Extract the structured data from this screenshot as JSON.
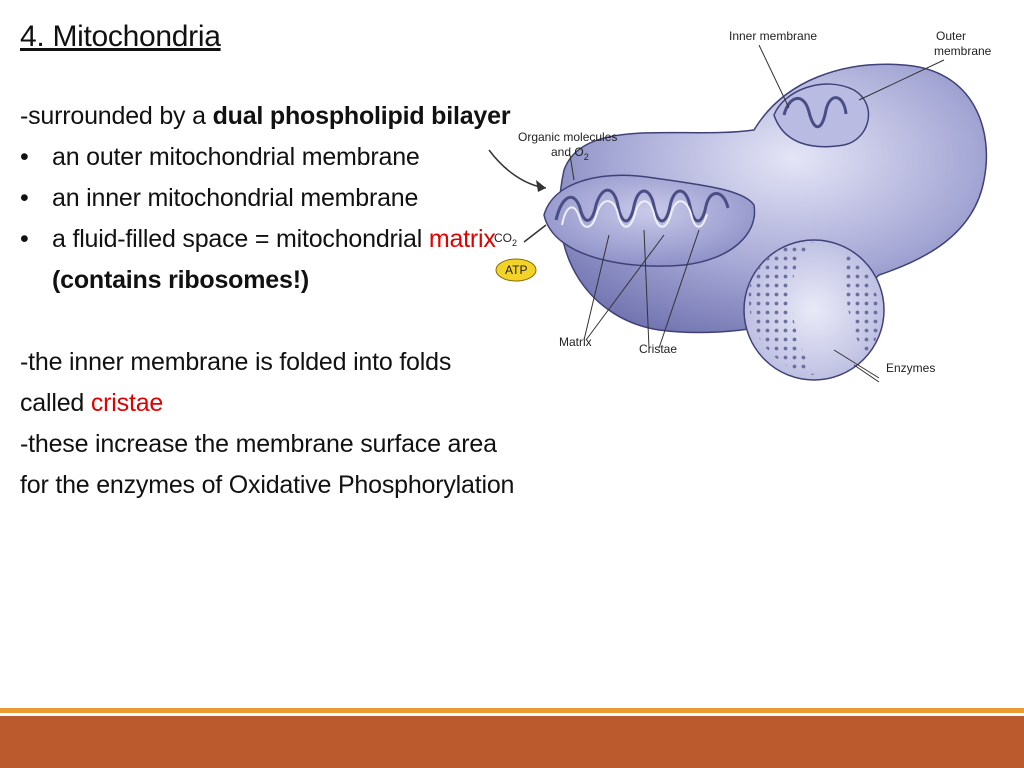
{
  "slide": {
    "title": "4. Mitochondria",
    "intro": {
      "prefix": "-surrounded by a ",
      "emphasis": "dual phospholipid bilayer"
    },
    "bullets": [
      {
        "text": "an outer mitochondrial membrane"
      },
      {
        "text": "an inner mitochondrial membrane"
      },
      {
        "prefix": "a fluid-filled space = mitochondrial ",
        "highlight": "matrix",
        "suffix": " (contains ribosomes!)"
      }
    ],
    "cristae_line": {
      "prefix": "-the inner membrane is folded into folds called ",
      "highlight": "cristae"
    },
    "closing": "-these increase the membrane surface area for the enzymes of Oxidative Phosphorylation"
  },
  "figure": {
    "labels": {
      "inner_membrane": "Inner membrane",
      "outer_membrane_1": "Outer",
      "outer_membrane_2": "membrane",
      "organic_1": "Organic molecules",
      "organic_2": "and O",
      "organic_sub": "2",
      "co2": "CO",
      "co2_sub": "2",
      "atp": "ATP",
      "matrix": "Matrix",
      "cristae": "Cristae",
      "enzymes": "Enzymes"
    }
  },
  "colors": {
    "accent_red": "#e00000",
    "footer_bar": "#bb5a2c",
    "footer_line": "#eb9b34",
    "organelle_fill": "#9da0cf",
    "atp_fill": "#f3d22a"
  }
}
